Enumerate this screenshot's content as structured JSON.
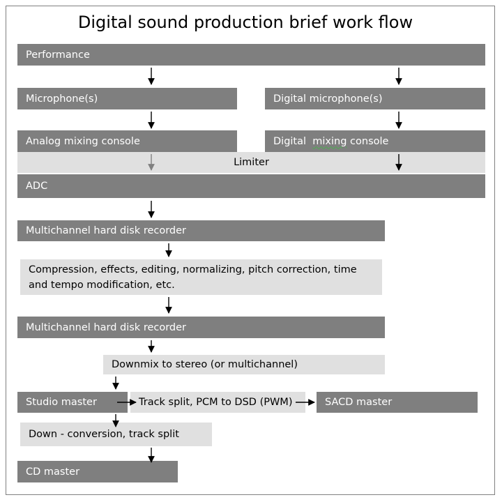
{
  "title": "Digital sound production brief work flow",
  "colors": {
    "dark_box": "#7f7f7f",
    "light_box": "#e0e0e0",
    "arrow": "#000000",
    "arrow_faded": "#808080"
  },
  "nodes": {
    "performance": "Performance",
    "microphones": "Microphone(s)",
    "digital_microphone": "Digital microphone(s)",
    "analog_mixing_console": "Analog mixing console",
    "digital_mixing_console_word1": "Digital",
    "digital_mixing_console_word2": "mixing",
    "digital_mixing_console_word3": "console",
    "limiter": "Limiter",
    "adc": "ADC",
    "multichannel_recorder_1": "Multichannel hard disk recorder",
    "processing": "Compression, effects, editing, normalizing, pitch correction, time and tempo modification, etc.",
    "multichannel_recorder_2": "Multichannel hard disk recorder",
    "downmix": "Downmix to stereo (or multichannel)",
    "studio_master": "Studio master",
    "track_split_dsd": "Track split, PCM to DSD (PWM)",
    "sacd_master": "SACD master",
    "down_conversion": "Down - conversion, track split",
    "cd_master": "CD master"
  }
}
